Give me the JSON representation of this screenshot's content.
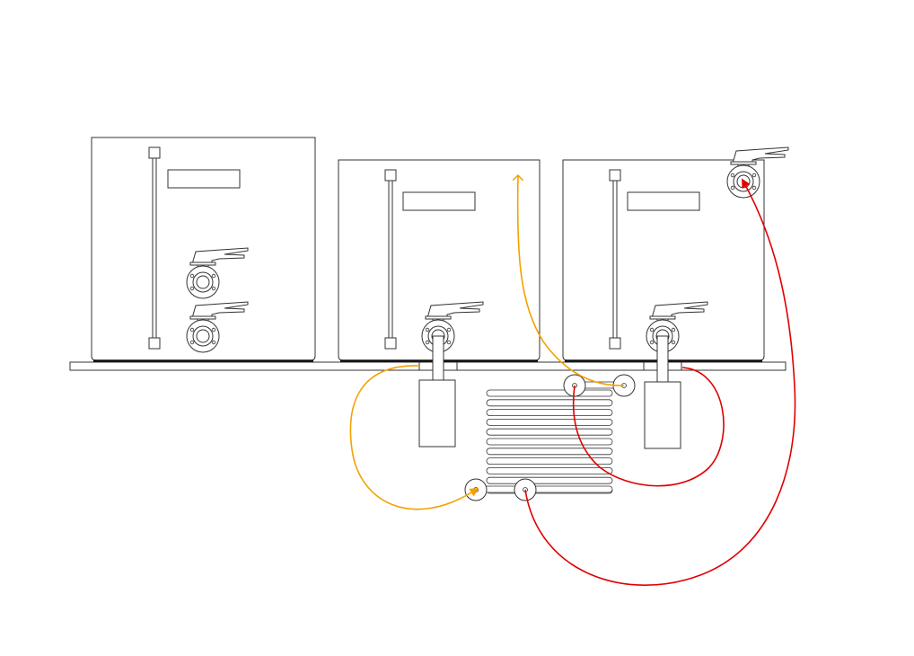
{
  "diagram": {
    "tanks": [
      {
        "id": "tank-1",
        "label": "",
        "valves": [
          "upper-outlet-valve",
          "lower-outlet-valve"
        ]
      },
      {
        "id": "tank-2",
        "label": "",
        "valves": [
          "bottom-outlet-valve"
        ]
      },
      {
        "id": "tank-3",
        "label": "",
        "valves": [
          "top-inlet-valve",
          "bottom-outlet-valve"
        ]
      }
    ],
    "pumps": [
      "pump-tank-2",
      "pump-tank-3"
    ],
    "heat_exchanger": {
      "coil_turns": 11
    },
    "connections": [
      {
        "name": "orange-flow-1",
        "color": "#F5A000",
        "from": "pump-tank-2",
        "to": "coil-inlet-left"
      },
      {
        "name": "orange-flow-2",
        "color": "#F5A000",
        "from": "coil-outlet-top-right",
        "to": "tank-2"
      },
      {
        "name": "red-flow-1",
        "color": "#E00000",
        "from": "pump-tank-3",
        "to": "coil-top-left"
      },
      {
        "name": "red-flow-2",
        "color": "#E00000",
        "from": "coil-bottom-right",
        "to": "tank-3-top-valve"
      }
    ],
    "colors": {
      "hot": "#E00000",
      "warm": "#F5A000",
      "line": "#333333"
    }
  }
}
